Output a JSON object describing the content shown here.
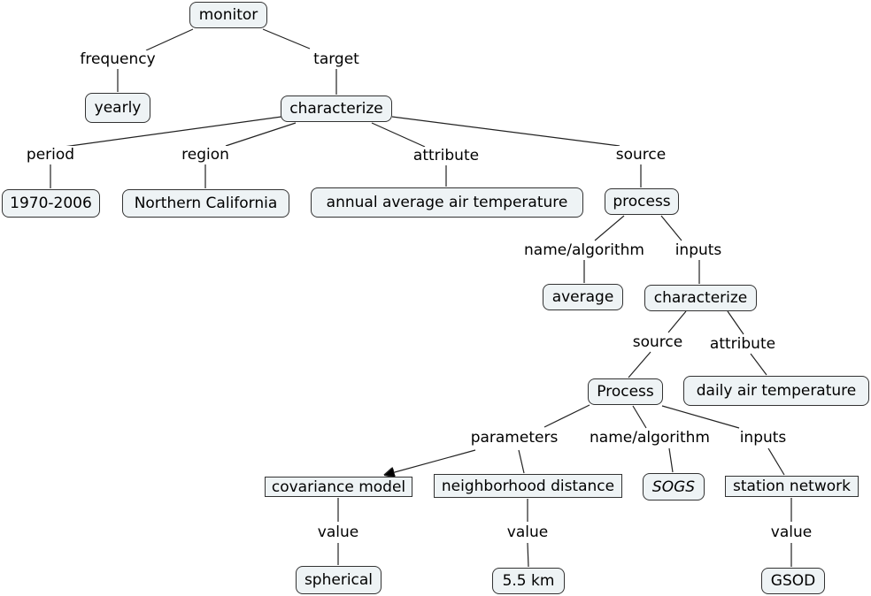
{
  "nodes": {
    "monitor": "monitor",
    "yearly": "yearly",
    "characterize": "characterize",
    "period_value": "1970-2006",
    "region_value": "Northern California",
    "attribute_value": "annual average air temperature",
    "process": "process",
    "average": "average",
    "characterize2": "characterize",
    "process2": "Process",
    "daily": "daily air temperature",
    "covariance": "covariance model",
    "neighborhood": "neighborhood distance",
    "sogs": "SOGS",
    "station": "station network",
    "spherical": "spherical",
    "km": "5.5 km",
    "gsod": "GSOD"
  },
  "links": {
    "frequency": "frequency",
    "target": "target",
    "period": "period",
    "region": "region",
    "attribute": "attribute",
    "source": "source",
    "name_algorithm": "name/algorithm",
    "inputs": "inputs",
    "source2": "source",
    "attribute2": "attribute",
    "parameters": "parameters",
    "name_algorithm2": "name/algorithm",
    "inputs2": "inputs",
    "value1": "value",
    "value2": "value",
    "value3": "value"
  }
}
